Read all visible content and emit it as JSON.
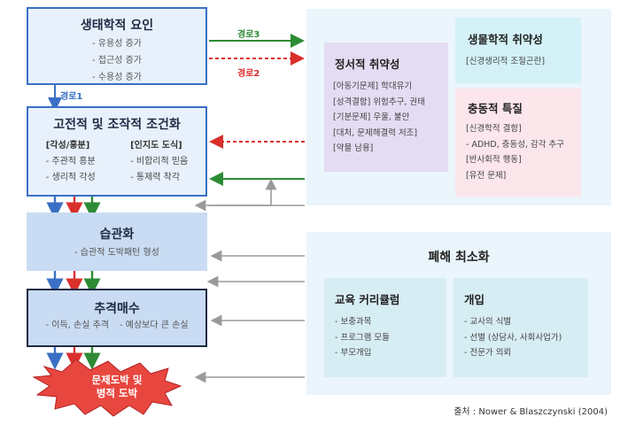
{
  "stage1": {
    "title": "생태학적 요인",
    "items": [
      "- 유용성 증가",
      "- 접근성 증가",
      "- 수용성 증가"
    ]
  },
  "stage2": {
    "title": "고전적 및 조작적 조건화",
    "left_head": "[각성/흥분]",
    "left_items": [
      "- 주관적 흥분",
      "- 생리적 각성"
    ],
    "right_head": "[인지도 도식]",
    "right_items": [
      "- 비합리적 믿음",
      "- 통제력 착각"
    ]
  },
  "stage3": {
    "title": "습관화",
    "items": [
      "- 습관적 도박패턴 형성"
    ]
  },
  "stage4": {
    "title": "추격매수",
    "items": [
      "- 이득, 손실 추격",
      "- 예상보다 큰 손실"
    ]
  },
  "final": {
    "label_line1": "문제도박 및",
    "label_line2": "병적 도박"
  },
  "paths": {
    "path1": "경로1",
    "path2": "경로2",
    "path3": "경로3"
  },
  "emotional": {
    "title": "정서적 취약성",
    "items": [
      "[아동기문제] 학대유기",
      "[성격결함] 위험추구, 권태",
      "[기분문제] 우울, 불안",
      "[대처, 문제해결력 저조]",
      "[약물 남용]"
    ]
  },
  "biological": {
    "title": "생물학적 취약성",
    "items": [
      "[신경생리적 조절곤란]"
    ]
  },
  "impulsive": {
    "title": "충동적 특질",
    "items": [
      "[신경학적 결함]",
      "- ADHD, 충동성, 감각 추구",
      "[반사회적 행동]",
      "[유전 문제]"
    ]
  },
  "harm": {
    "title": "폐해 최소화"
  },
  "education": {
    "title": "교육 커리큘럼",
    "items": [
      "- 보충과목",
      "- 프로그램 모듈",
      "- 부모개입"
    ]
  },
  "intervention": {
    "title": "개입",
    "items": [
      "- 교사의 식별",
      "- 선별 (상담사, 사회사업가)",
      "- 전문가 의뢰"
    ]
  },
  "source": "출처 : Nower & Blaszczynski (2004)",
  "colors": {
    "blue": "#3a6fc4",
    "red": "#d9302c",
    "green": "#2e8b35",
    "gray": "#9a9a9a"
  }
}
